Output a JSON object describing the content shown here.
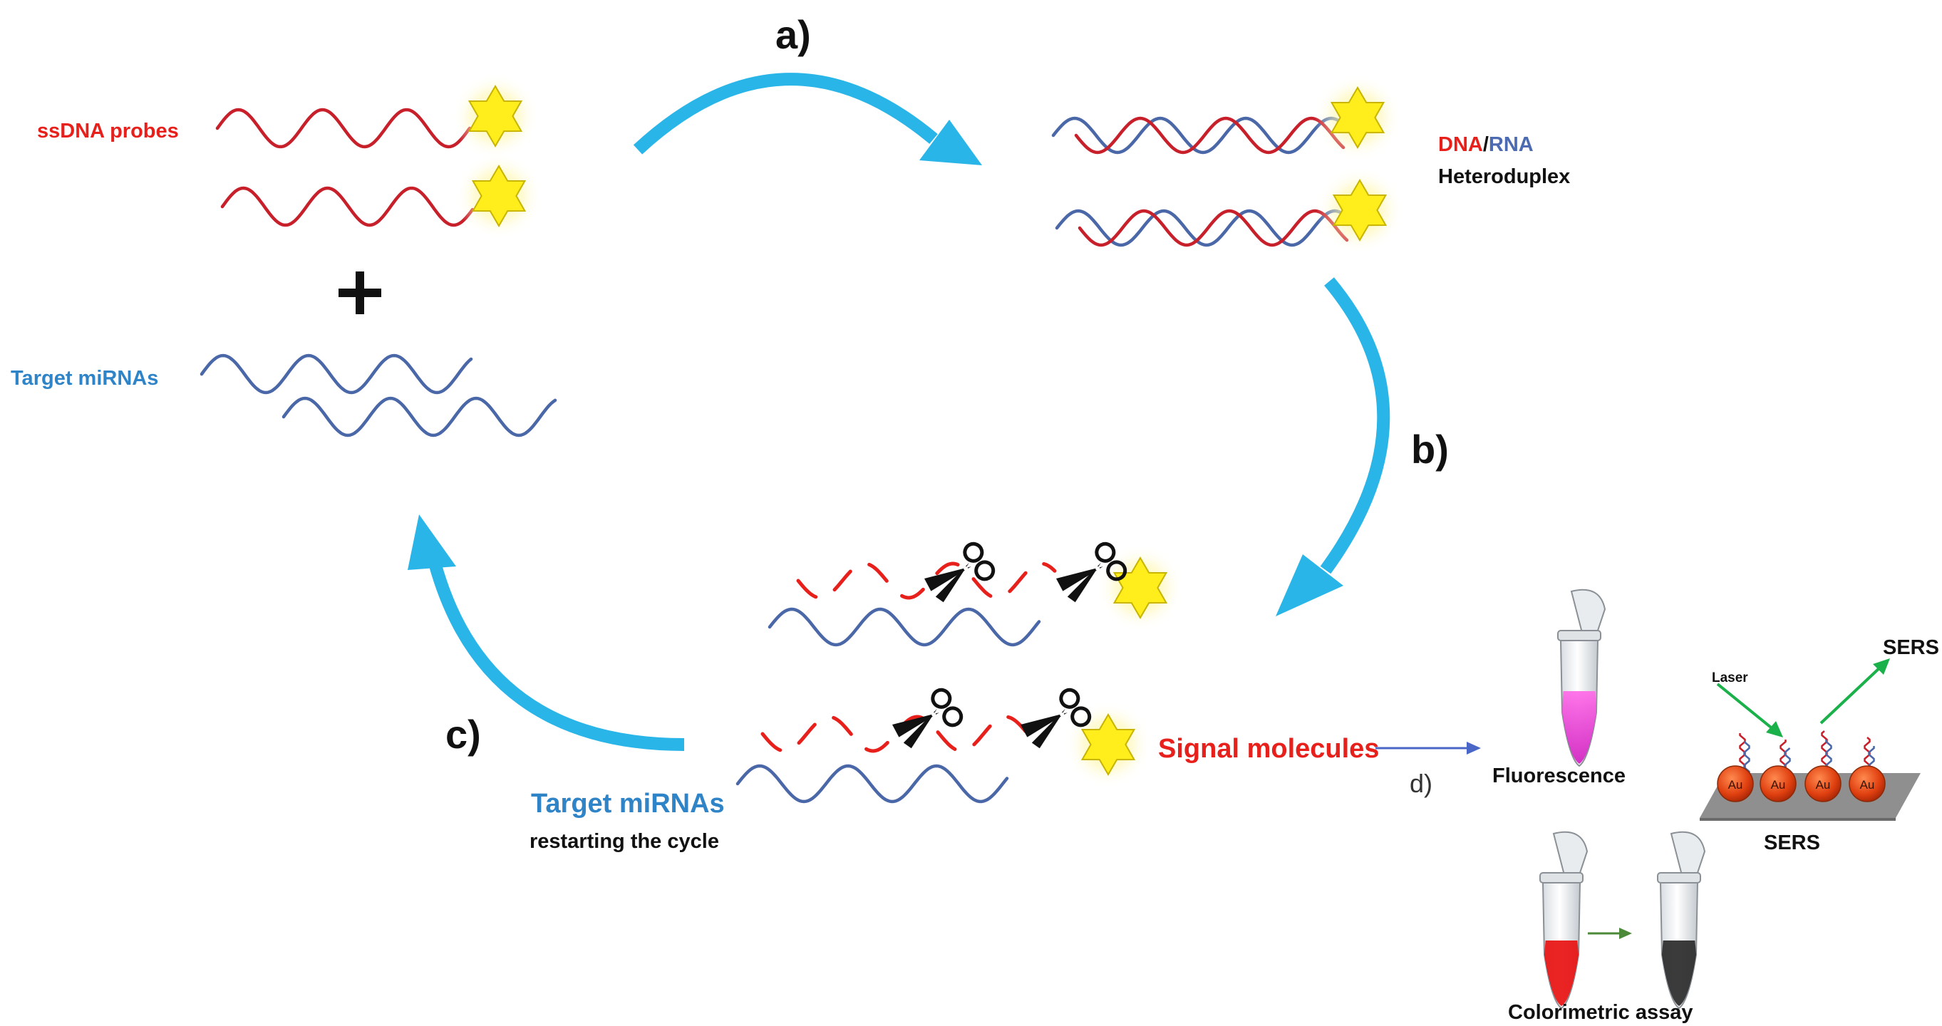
{
  "labels": {
    "ssdna_probes": "ssDNA probes",
    "plus": "+",
    "target_mirnas_left": "Target miRNAs",
    "step_a": "a)",
    "step_b": "b)",
    "step_c": "c)",
    "step_d": "d)",
    "duplex_dna": "DNA",
    "duplex_slash": "/",
    "duplex_rna": "RNA",
    "duplex_heteroduplex": "Heteroduplex",
    "target_mirnas_bottom": "Target miRNAs",
    "restarting_cycle": "restarting the cycle",
    "signal_molecules": "Signal molecules",
    "fluorescence": "Fluorescence",
    "colorimetric_assay": "Colorimetric assay",
    "laser": "Laser",
    "sers_top": "SERS",
    "sers_bottom": "SERS",
    "au": "Au"
  },
  "colors": {
    "dna_strand": "#c8202a",
    "rna_strand": "#4a67a8",
    "cycle_arrow": "#29b5e8",
    "star_fill": "#ffee1c",
    "star_glow": "#fff27a",
    "cleaved_dna": "#e8201c",
    "fluorescence_tube": "#f038d0",
    "colorimetric_red": "#e81010",
    "colorimetric_dark": "#2a2a2a",
    "gold_np": "#e84a18",
    "laser_arrow": "#1ab04a",
    "pointer_arrow": "#4a67c8"
  },
  "icons": [
    "star-fluorophore-icon",
    "scissors-icon",
    "microtube-icon",
    "gold-nanoparticle-icon"
  ]
}
